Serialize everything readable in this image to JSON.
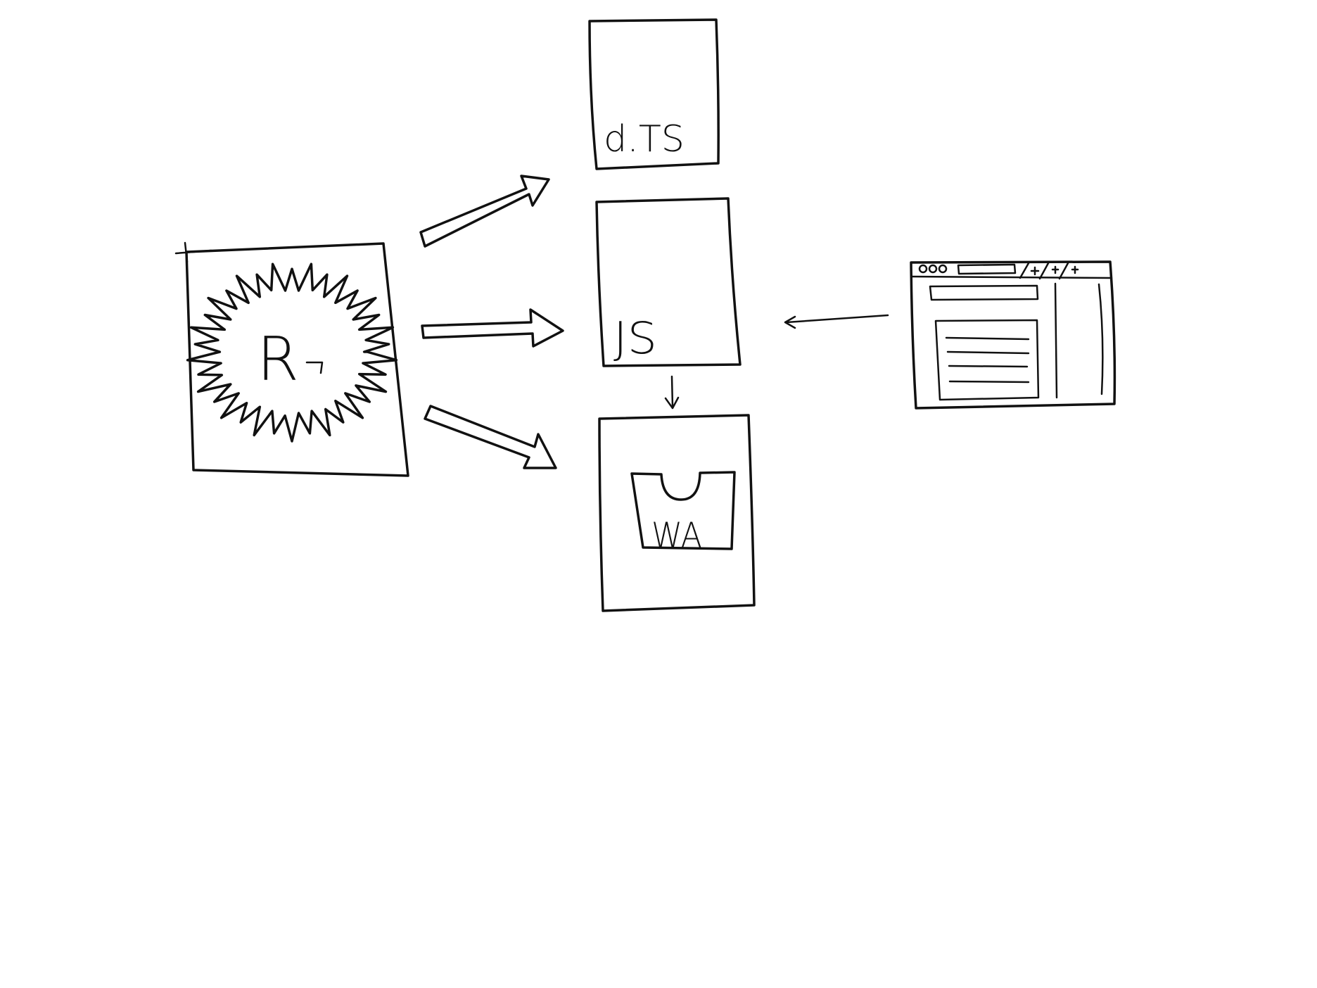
{
  "diagram": {
    "source_file": {
      "label": "R"
    },
    "outputs": [
      {
        "id": "dts",
        "label": "d.TS"
      },
      {
        "id": "js",
        "label": "JS"
      },
      {
        "id": "wasm",
        "label": "WA"
      }
    ],
    "consumer": {
      "icon": "browser-window-icon"
    },
    "colors": {
      "ink": "#111111",
      "background": "#ffffff"
    }
  }
}
